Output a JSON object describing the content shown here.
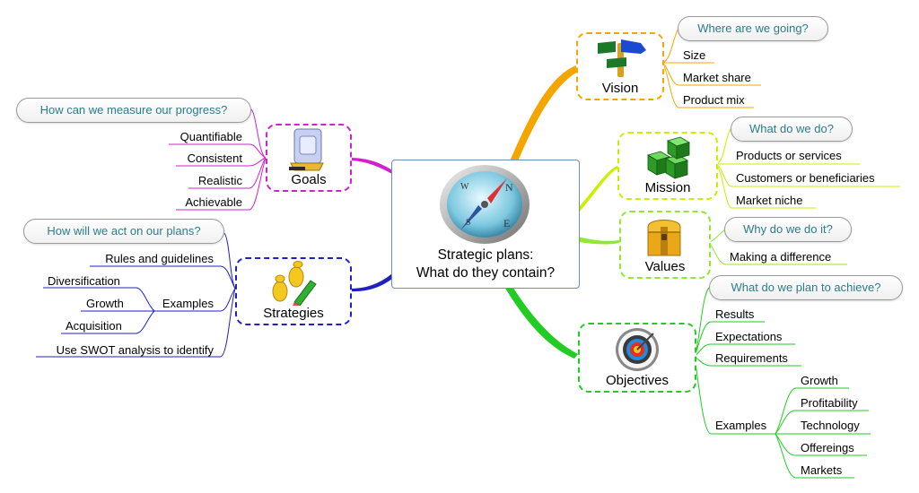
{
  "central": {
    "line1": "Strategic plans:",
    "line2": "What do they contain?"
  },
  "vision": {
    "title": "Vision",
    "question": "Where are we going?",
    "items": [
      "Size",
      "Market share",
      "Product mix"
    ],
    "color": "#f5a500"
  },
  "mission": {
    "title": "Mission",
    "question": "What do we do?",
    "items": [
      "Products or services",
      "Customers or beneficiaries",
      "Market niche"
    ],
    "color": "#c8f000"
  },
  "values": {
    "title": "Values",
    "question": "Why do we do it?",
    "items": [
      "Making a difference"
    ],
    "color": "#90e830"
  },
  "objectives": {
    "title": "Objectives",
    "question": "What do we plan to achieve?",
    "items": [
      "Results",
      "Expectations",
      "Requirements"
    ],
    "examples_label": "Examples",
    "examples": [
      "Growth",
      "Profitability",
      "Technology",
      "Offereings",
      "Markets"
    ],
    "color": "#22cc22"
  },
  "goals": {
    "title": "Goals",
    "question": "How can we measure our progress?",
    "items": [
      "Quantifiable",
      "Consistent",
      "Realistic",
      "Achievable"
    ],
    "color": "#d020d0"
  },
  "strategies": {
    "title": "Strategies",
    "question": "How will we act on our plans?",
    "items": [
      "Rules and guidelines",
      "Use SWOT analysis to identify"
    ],
    "examples_label": "Examples",
    "examples": [
      "Diversification",
      "Growth",
      "Acquisition"
    ],
    "color": "#2020c0"
  }
}
